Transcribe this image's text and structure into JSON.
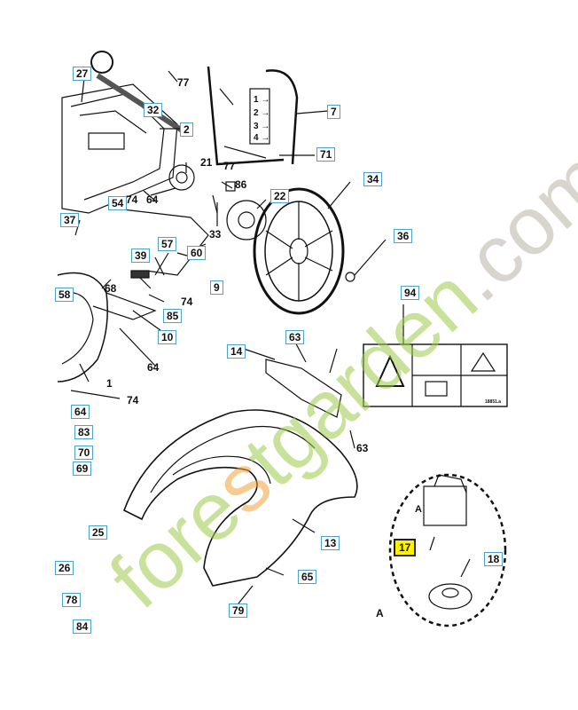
{
  "parts": [
    {
      "id": "p27",
      "text": "27",
      "boxed": true
    },
    {
      "id": "p77a",
      "text": "77",
      "boxed": false
    },
    {
      "id": "p32",
      "text": "32",
      "boxed": true
    },
    {
      "id": "p7",
      "text": "7",
      "boxed": true
    },
    {
      "id": "p2",
      "text": "2",
      "boxed": true
    },
    {
      "id": "p21",
      "text": "21",
      "boxed": false
    },
    {
      "id": "p77b",
      "text": "77",
      "boxed": false
    },
    {
      "id": "p71",
      "text": "71",
      "boxed": true
    },
    {
      "id": "p74a",
      "text": "74",
      "boxed": false
    },
    {
      "id": "p64a",
      "text": "64",
      "boxed": false
    },
    {
      "id": "p86",
      "text": "86",
      "boxed": false
    },
    {
      "id": "p34",
      "text": "34",
      "boxed": true
    },
    {
      "id": "p54",
      "text": "54",
      "boxed": true
    },
    {
      "id": "p22",
      "text": "22",
      "boxed": true
    },
    {
      "id": "p37",
      "text": "37",
      "boxed": true
    },
    {
      "id": "p33",
      "text": "33",
      "boxed": false
    },
    {
      "id": "p36",
      "text": "36",
      "boxed": true
    },
    {
      "id": "p57",
      "text": "57",
      "boxed": true
    },
    {
      "id": "p39",
      "text": "39",
      "boxed": true
    },
    {
      "id": "p60",
      "text": "60",
      "boxed": true
    },
    {
      "id": "p9",
      "text": "9",
      "boxed": true
    },
    {
      "id": "p68",
      "text": "68",
      "boxed": false
    },
    {
      "id": "p58",
      "text": "58",
      "boxed": true
    },
    {
      "id": "p74b",
      "text": "74",
      "boxed": false
    },
    {
      "id": "p94",
      "text": "94",
      "boxed": true
    },
    {
      "id": "p85",
      "text": "85",
      "boxed": true
    },
    {
      "id": "p10",
      "text": "10",
      "boxed": true
    },
    {
      "id": "p63a",
      "text": "63",
      "boxed": true
    },
    {
      "id": "p14",
      "text": "14",
      "boxed": true
    },
    {
      "id": "p64b",
      "text": "64",
      "boxed": false
    },
    {
      "id": "p1",
      "text": "1",
      "boxed": false
    },
    {
      "id": "p74c",
      "text": "74",
      "boxed": false
    },
    {
      "id": "p64c",
      "text": "64",
      "boxed": true
    },
    {
      "id": "p83",
      "text": "83",
      "boxed": true
    },
    {
      "id": "p70",
      "text": "70",
      "boxed": true
    },
    {
      "id": "p63b",
      "text": "63",
      "boxed": false
    },
    {
      "id": "p69",
      "text": "69",
      "boxed": true
    },
    {
      "id": "p25",
      "text": "25",
      "boxed": true
    },
    {
      "id": "p13",
      "text": "13",
      "boxed": true
    },
    {
      "id": "p17",
      "text": "17",
      "boxed": false,
      "highlight": true
    },
    {
      "id": "p18",
      "text": "18",
      "boxed": true
    },
    {
      "id": "p26",
      "text": "26",
      "boxed": true
    },
    {
      "id": "p65",
      "text": "65",
      "boxed": true
    },
    {
      "id": "p78",
      "text": "78",
      "boxed": true
    },
    {
      "id": "p79",
      "text": "79",
      "boxed": true
    },
    {
      "id": "p84",
      "text": "84",
      "boxed": true
    }
  ],
  "detail": {
    "letter_top": "A",
    "letter_bottom": "A"
  },
  "handle_scale": [
    "1",
    "2",
    "3",
    "4"
  ],
  "decal": {
    "code": "18851.a"
  },
  "watermark": {
    "text": "forestgarden.com",
    "color_green": "#9ecb4a",
    "color_orange": "#f2a43a",
    "color_gray": "#b7b3a6"
  },
  "colors": {
    "label_border": "#4da3c9",
    "highlight": "#fff200",
    "line": "#111111"
  }
}
